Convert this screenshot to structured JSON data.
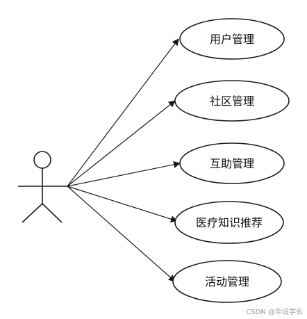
{
  "use_cases": [
    {
      "label": "用户管理"
    },
    {
      "label": "社区管理"
    },
    {
      "label": "互助管理"
    },
    {
      "label": "医疗知识推荐"
    },
    {
      "label": "活动管理"
    }
  ],
  "watermark": "CSDN @毕设学长",
  "colors": {
    "stroke": "#1a1a1a",
    "background": "#ffffff",
    "watermark": "#9a9a9a"
  }
}
